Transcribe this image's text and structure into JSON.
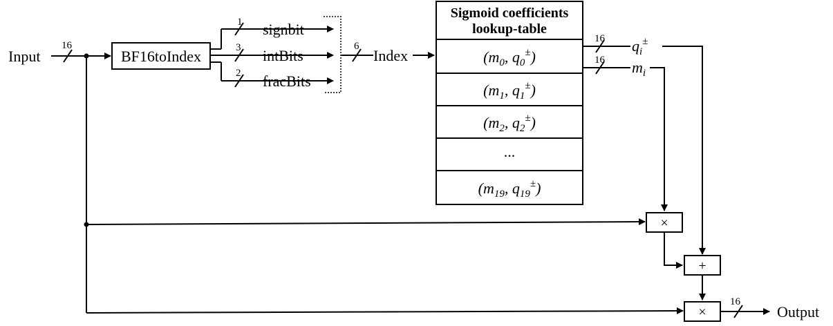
{
  "input_label": "Input",
  "output_label": "Output",
  "converter_label": "BF16toIndex",
  "index_label": "Index",
  "split_labels": [
    "signbit",
    "intBits",
    "fracBits"
  ],
  "bus_widths": {
    "input": "16",
    "signbit": "1",
    "intbits": "3",
    "fracbits": "2",
    "index": "6",
    "q_out": "16",
    "m_out": "16",
    "output": "16"
  },
  "lut": {
    "title_line1": "Sigmoid coefficients",
    "title_line2": "lookup-table",
    "rows": [
      {
        "m": "m",
        "m_sub": "0",
        "q": "q",
        "q_sub": "0",
        "q_sup": "±"
      },
      {
        "m": "m",
        "m_sub": "1",
        "q": "q",
        "q_sub": "1",
        "q_sup": "±"
      },
      {
        "m": "m",
        "m_sub": "2",
        "q": "q",
        "q_sub": "2",
        "q_sup": "±"
      },
      {
        "ellipsis": "..."
      },
      {
        "m": "m",
        "m_sub": "19",
        "q": "q",
        "q_sub": "19",
        "q_sup": "±"
      }
    ]
  },
  "signals": {
    "q": {
      "base": "q",
      "sub": "i",
      "sup": "±"
    },
    "m": {
      "base": "m",
      "sub": "i"
    }
  },
  "operators": {
    "multiply_top": "×",
    "add": "+",
    "multiply_bottom": "×"
  }
}
